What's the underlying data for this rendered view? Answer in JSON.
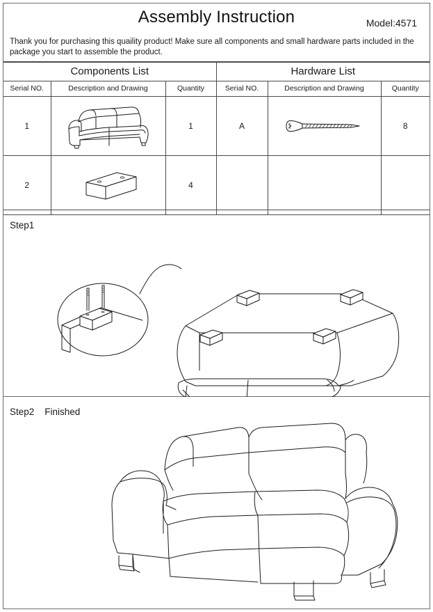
{
  "document": {
    "title": "Assembly Instruction",
    "model": "Model:4571",
    "intro": "Thank you for purchasing this quaility product! Make sure all components and small hardware parts included in the package you start to assemble the product."
  },
  "parts_table": {
    "components": {
      "list_title": "Components  List",
      "headers": {
        "serial": "Serial NO.",
        "description": "Description and Drawing",
        "quantity": "Quantity"
      },
      "rows": [
        {
          "serial": "1",
          "drawing": "sofa-drawing",
          "quantity": "1"
        },
        {
          "serial": "2",
          "drawing": "leg-block-drawing",
          "quantity": "4"
        }
      ]
    },
    "hardware": {
      "list_title": "Hardware  List",
      "headers": {
        "serial": "Serial NO.",
        "description": "Description and Drawing",
        "quantity": "Quantity"
      },
      "rows": [
        {
          "serial": "A",
          "drawing": "screw-drawing",
          "quantity": "8"
        },
        {
          "serial": "",
          "drawing": "",
          "quantity": ""
        }
      ]
    }
  },
  "steps": [
    {
      "label": "Step1",
      "illustration": "sofa-upside-down-with-four-leg-blocks-and-detail-callout"
    },
    {
      "label": "Step2    Finished",
      "illustration": "finished-two-seat-sofa"
    }
  ],
  "colors": {
    "line": "#1a1a1a",
    "border": "#4a4a4a",
    "page_border": "#6b6b6b",
    "background": "#ffffff"
  }
}
